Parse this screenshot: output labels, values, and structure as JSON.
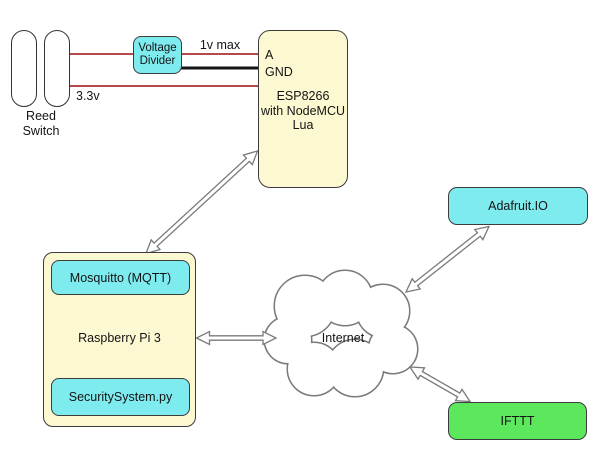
{
  "colors": {
    "node_yellow": "#FCF8D1",
    "node_cyan": "#7EEBEF",
    "node_green": "#5CE75C",
    "wire_red": "#A93030",
    "wire_black": "#141414",
    "connector_gray": "#7a7a7a",
    "cloud_stroke": "#7a7a7a"
  },
  "nodes": {
    "reed_switch": {
      "label": "Reed\nSwitch"
    },
    "voltage_divider": {
      "label": "Voltage\nDivider"
    },
    "esp8266": {
      "pin_a": "A",
      "pin_gnd": "GND",
      "label": "ESP8266\nwith NodeMCU\nLua"
    },
    "raspberry_pi": {
      "label": "Raspberry Pi 3",
      "mqtt_label": "Mosquitto (MQTT)",
      "script_label": "SecuritySystem.py"
    },
    "internet": {
      "label": "Internet"
    },
    "adafruit": {
      "label": "Adafruit.IO"
    },
    "ifttt": {
      "label": "IFTTT"
    }
  },
  "wire_labels": {
    "max_voltage": "1v max",
    "supply_voltage": "3.3v"
  }
}
